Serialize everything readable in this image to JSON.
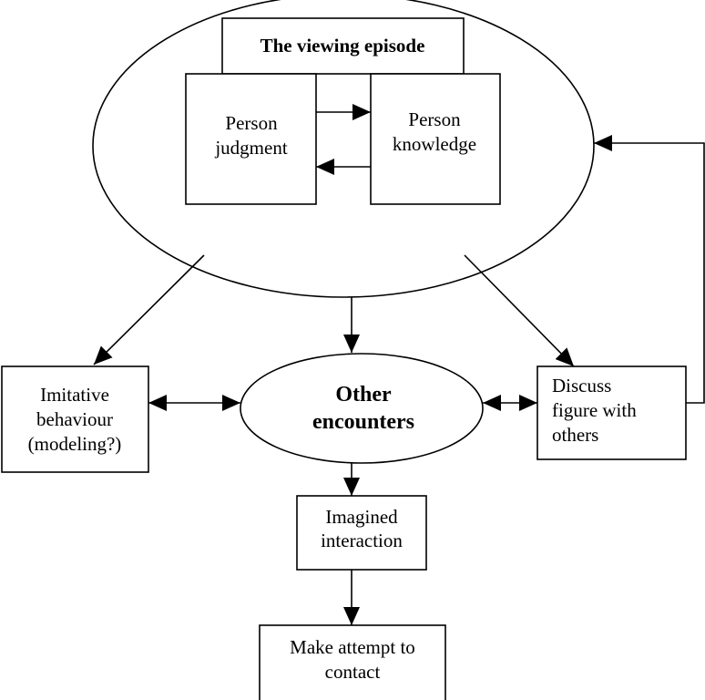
{
  "diagram": {
    "nodes": {
      "viewing_episode": {
        "label": "The viewing episode"
      },
      "person_judgment": {
        "lines": [
          "Person",
          "judgment"
        ]
      },
      "person_knowledge": {
        "lines": [
          "Person",
          "knowledge"
        ]
      },
      "imitative": {
        "lines": [
          "Imitative",
          "behaviour",
          "(modeling?)"
        ]
      },
      "other_encounters": {
        "lines": [
          "Other",
          "encounters"
        ]
      },
      "discuss": {
        "lines": [
          "Discuss",
          "figure with",
          "others"
        ]
      },
      "imagined": {
        "lines": [
          "Imagined",
          "interaction"
        ]
      },
      "make_attempt": {
        "lines": [
          "Make attempt to",
          "contact"
        ]
      }
    },
    "edges": [
      {
        "from": "person_judgment",
        "to": "person_knowledge",
        "type": "directed"
      },
      {
        "from": "person_knowledge",
        "to": "person_judgment",
        "type": "directed"
      },
      {
        "from": "viewing_episode",
        "to": "imitative",
        "type": "directed"
      },
      {
        "from": "viewing_episode",
        "to": "other_encounters",
        "type": "directed"
      },
      {
        "from": "viewing_episode",
        "to": "discuss",
        "type": "directed"
      },
      {
        "from": "imitative",
        "to": "other_encounters",
        "type": "bidirectional"
      },
      {
        "from": "other_encounters",
        "to": "discuss",
        "type": "bidirectional"
      },
      {
        "from": "discuss",
        "to": "viewing_episode",
        "type": "directed"
      },
      {
        "from": "other_encounters",
        "to": "imagined",
        "type": "directed"
      },
      {
        "from": "imagined",
        "to": "make_attempt",
        "type": "directed"
      }
    ]
  }
}
